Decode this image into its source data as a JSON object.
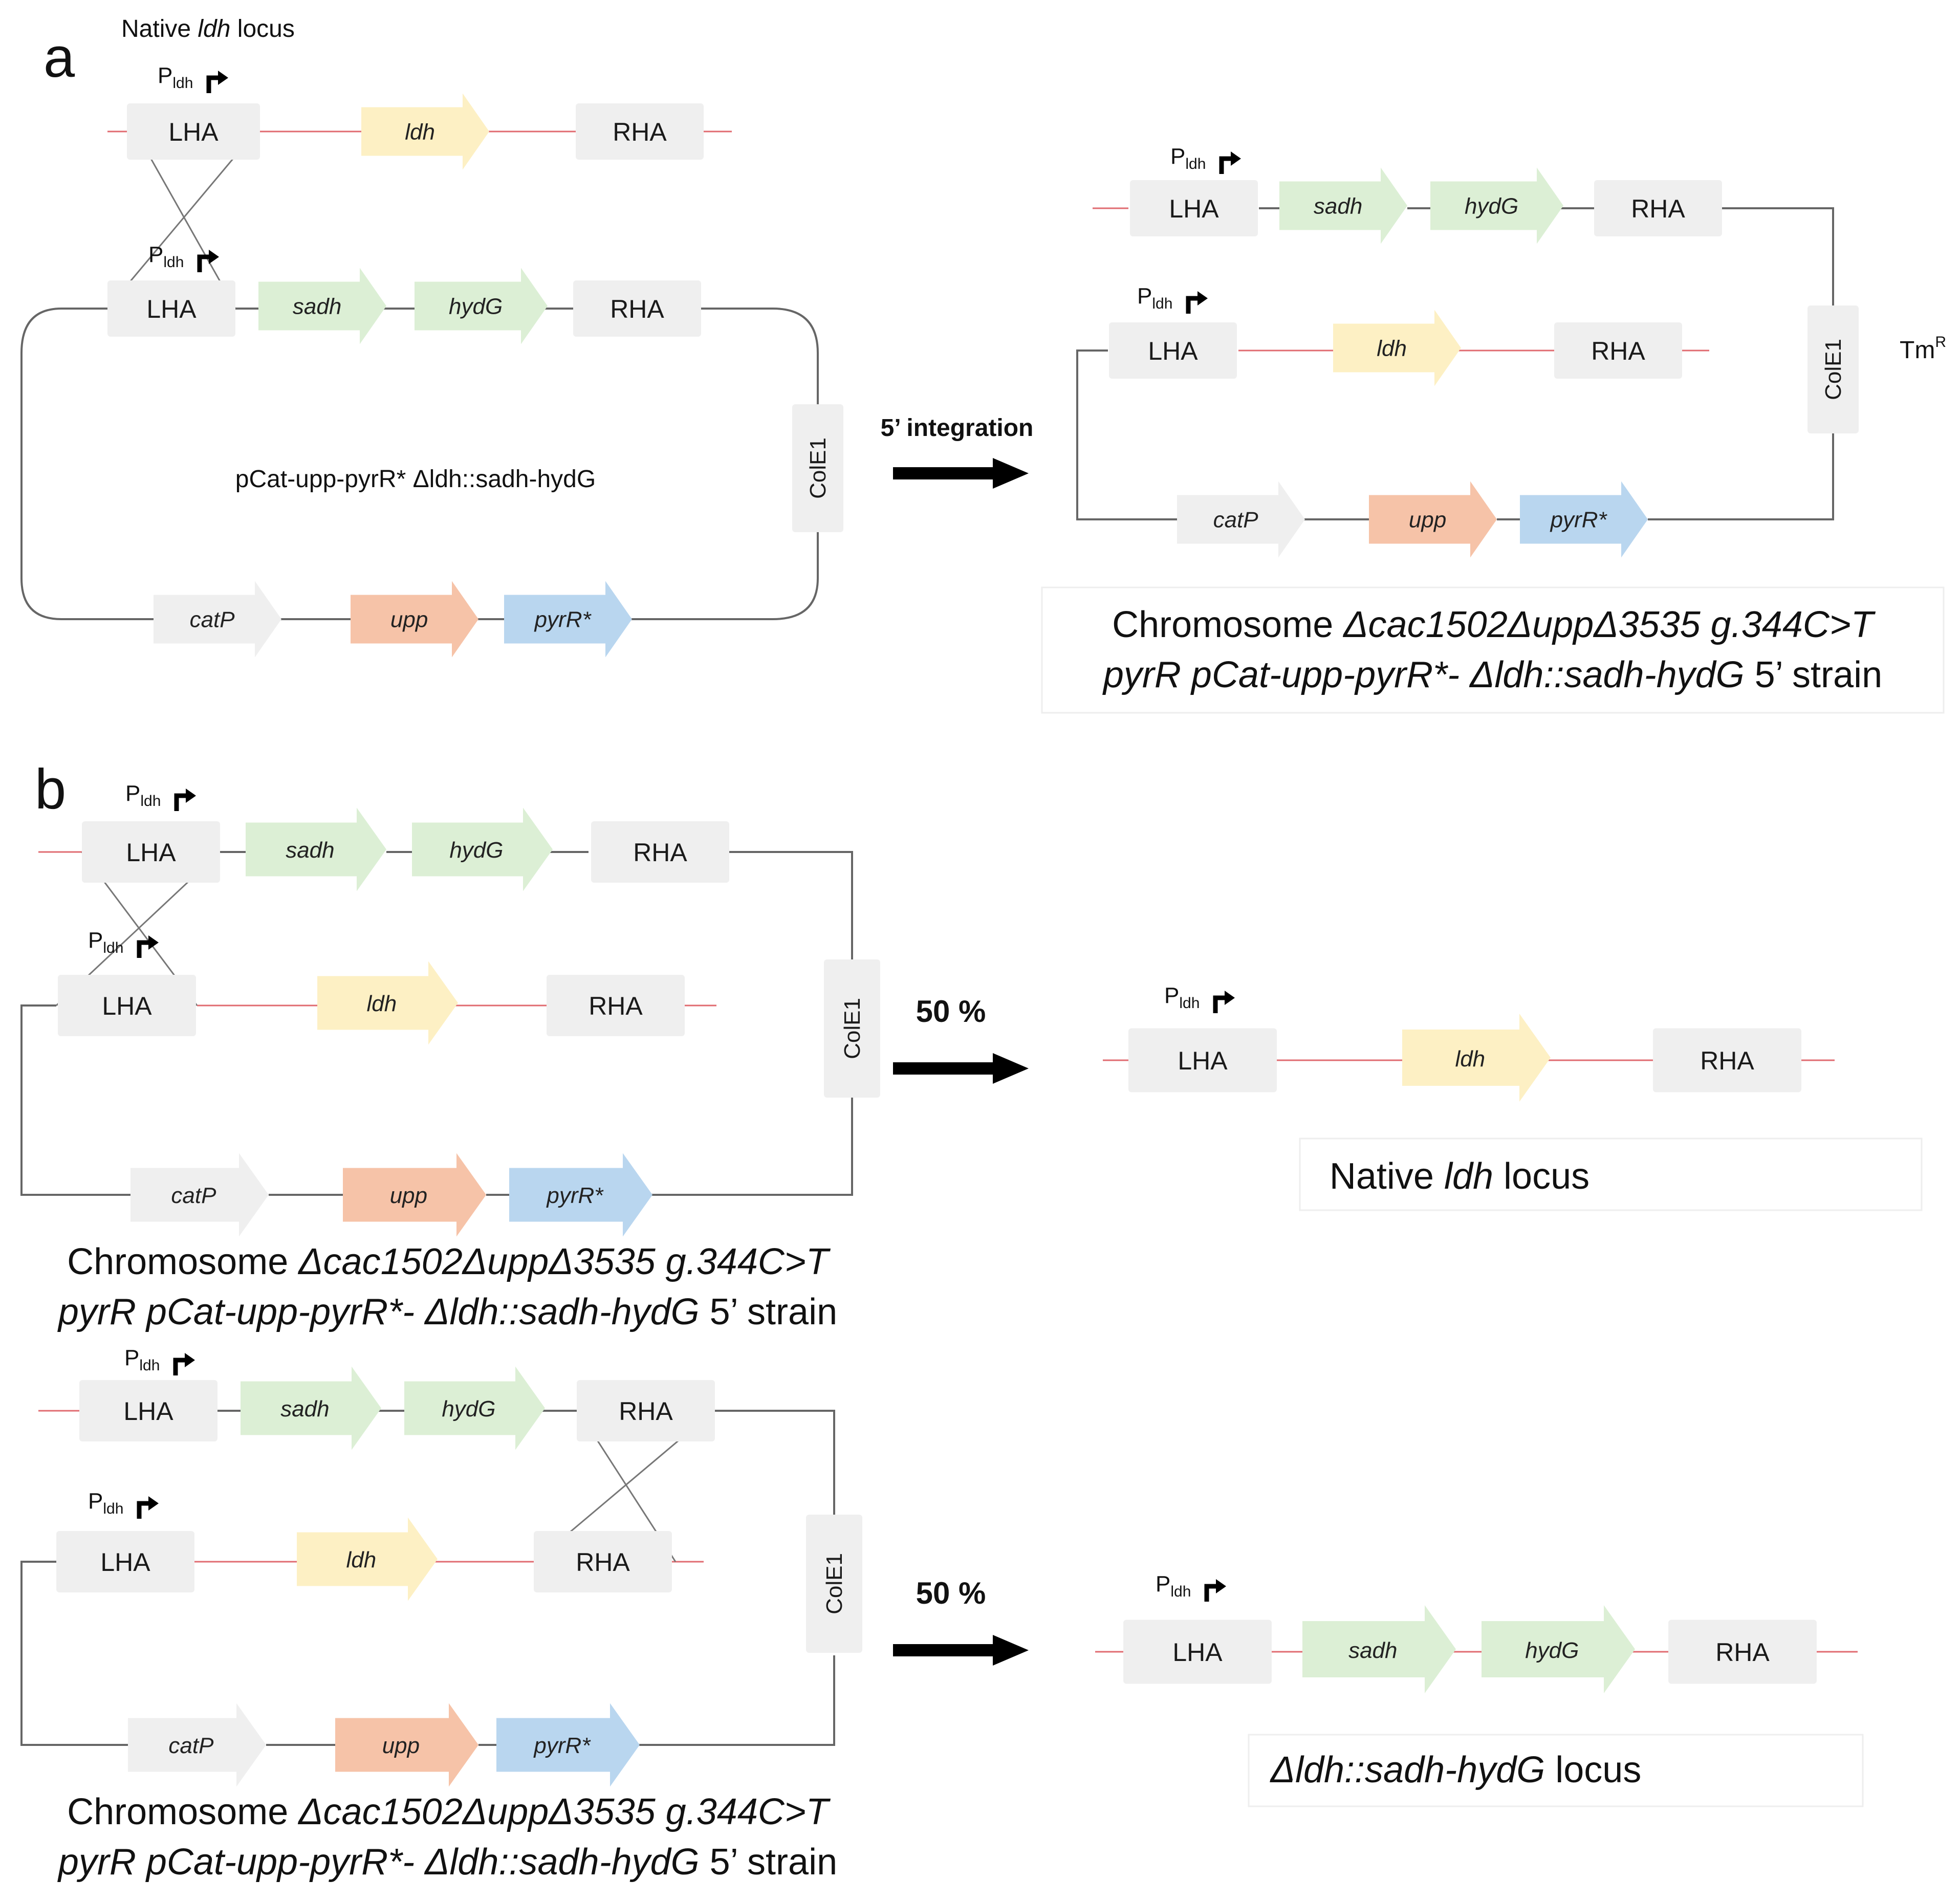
{
  "labels": {
    "panel_a": "a",
    "panel_b": "b",
    "native_ldh_locus_top_prefix": "Native ",
    "native_ldh_locus_top_gene": "ldh",
    "native_ldh_locus_top_suffix": " locus",
    "plasmid_name": "pCat-upp-pyrR* Δldh::sadh-hydG",
    "integration_label": "5’ integration",
    "tmr": "Tm",
    "tmr_sup": "R",
    "pct_1": "50 %",
    "pct_2": "50 %"
  },
  "elements": {
    "LHA": "LHA",
    "RHA": "RHA",
    "ColE1": "ColE1",
    "P": "P",
    "P_sub": "ldh"
  },
  "genes": {
    "ldh": "ldh",
    "sadh": "sadh",
    "hydG": "hydG",
    "catP": "catP",
    "upp": "upp",
    "pyrR": "pyrR*"
  },
  "gene_colors": {
    "ldh": "#fdf0c4",
    "sadh": "#dcefd5",
    "hydG": "#dcefd5",
    "catP": "#efefef",
    "upp": "#f6c3a8",
    "pyrR": "#b9d6ef"
  },
  "captions": {
    "strain_line1_prefix": "Chromosome ",
    "strain_line1_italic": "Δcac1502ΔuppΔ3535 g.344C>T",
    "strain_line2_italic": "pyrR pCat-upp-pyrR*- Δldh::sadh-hydG",
    "strain_line2_suffix": " 5’ strain",
    "native_locus_prefix": "Native ",
    "native_locus_italic": "ldh",
    "native_locus_suffix": " locus",
    "del_locus_italic": "Δldh::sadh-hydG",
    "del_locus_suffix": " locus"
  }
}
